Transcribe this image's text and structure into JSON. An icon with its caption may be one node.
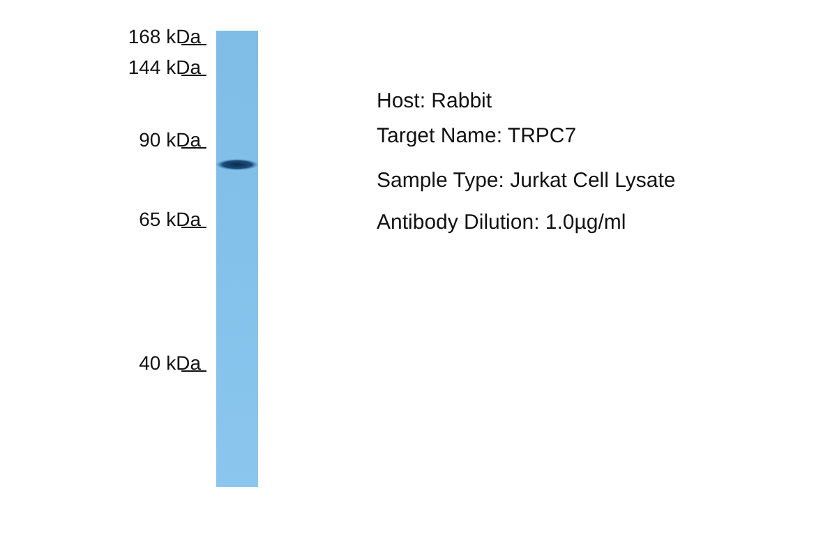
{
  "diagram": {
    "labels": [
      "168 kDa",
      "144 kDa",
      "90 kDa",
      "65 kDa",
      "40 kDa",
      "Host: Rabbit",
      "Target Name: TRPC7",
      "Sample Type: Jurkat Cell Lysate",
      "Antibody Dilution: 1.0µg/ml"
    ]
  }
}
